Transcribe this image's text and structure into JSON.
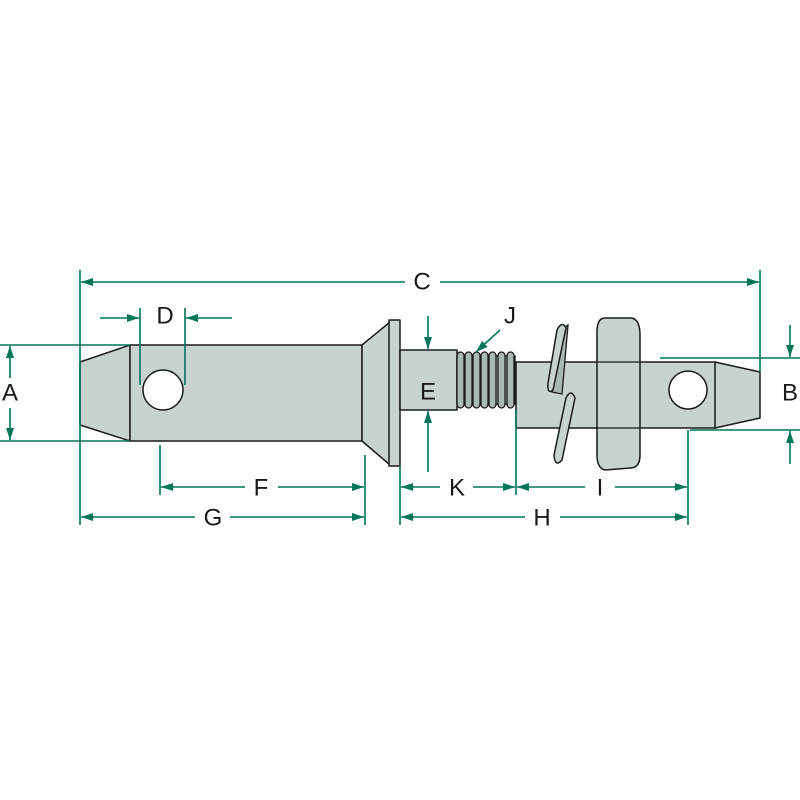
{
  "labels": {
    "A": "A",
    "B": "B",
    "C": "C",
    "D": "D",
    "E": "E",
    "F": "F",
    "G": "G",
    "H": "H",
    "I": "I",
    "J": "J",
    "K": "K"
  },
  "colors": {
    "dimension": "#00765a",
    "part_fill": "#c8d2cf",
    "outline": "#1a1a1a"
  }
}
